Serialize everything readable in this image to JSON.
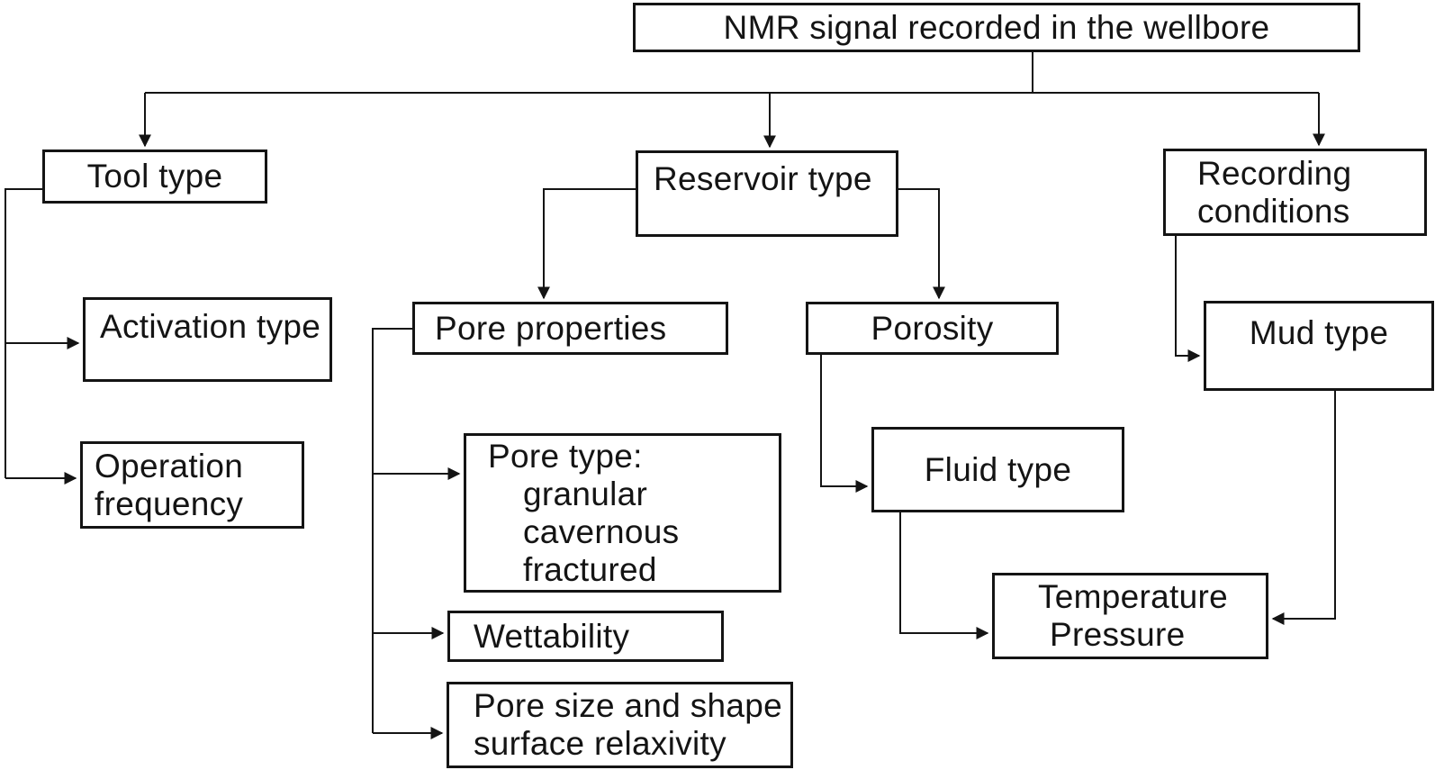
{
  "diagram": {
    "title": "NMR signal recorded in the wellbore",
    "colors": {
      "ink": "#141414",
      "box_background": "#ffffff",
      "page_background": "#ffffff"
    },
    "nodes": {
      "root": {
        "lines": [
          "NMR signal recorded in the wellbore"
        ]
      },
      "tool_type": {
        "lines": [
          "Tool type"
        ]
      },
      "activation_type": {
        "lines": [
          "Activation type"
        ]
      },
      "operation_frequency": {
        "lines": [
          "Operation",
          "frequency"
        ]
      },
      "reservoir_type": {
        "lines": [
          "Reservoir type"
        ]
      },
      "pore_properties": {
        "lines": [
          "Pore properties"
        ]
      },
      "pore_type": {
        "lines": [
          "Pore type:",
          "granular",
          "cavernous",
          "fractured"
        ]
      },
      "wettability": {
        "lines": [
          "Wettability"
        ]
      },
      "pore_size_shape": {
        "lines": [
          "Pore size and shape",
          "surface relaxivity"
        ]
      },
      "porosity": {
        "lines": [
          "Porosity"
        ]
      },
      "fluid_type": {
        "lines": [
          "Fluid type"
        ]
      },
      "temperature_pressure": {
        "lines": [
          "Temperature",
          "Pressure"
        ]
      },
      "recording_conditions": {
        "lines": [
          "Recording",
          "conditions"
        ]
      },
      "mud_type": {
        "lines": [
          "Mud type"
        ]
      }
    },
    "edges": [
      {
        "from": "root",
        "to": "tool_type"
      },
      {
        "from": "root",
        "to": "reservoir_type"
      },
      {
        "from": "root",
        "to": "recording_conditions"
      },
      {
        "from": "tool_type",
        "to": "activation_type"
      },
      {
        "from": "tool_type",
        "to": "operation_frequency"
      },
      {
        "from": "reservoir_type",
        "to": "pore_properties"
      },
      {
        "from": "reservoir_type",
        "to": "porosity"
      },
      {
        "from": "pore_properties",
        "to": "pore_type"
      },
      {
        "from": "pore_properties",
        "to": "wettability"
      },
      {
        "from": "pore_properties",
        "to": "pore_size_shape"
      },
      {
        "from": "porosity",
        "to": "fluid_type"
      },
      {
        "from": "fluid_type",
        "to": "temperature_pressure"
      },
      {
        "from": "recording_conditions",
        "to": "mud_type"
      },
      {
        "from": "mud_type",
        "to": "temperature_pressure"
      }
    ]
  }
}
